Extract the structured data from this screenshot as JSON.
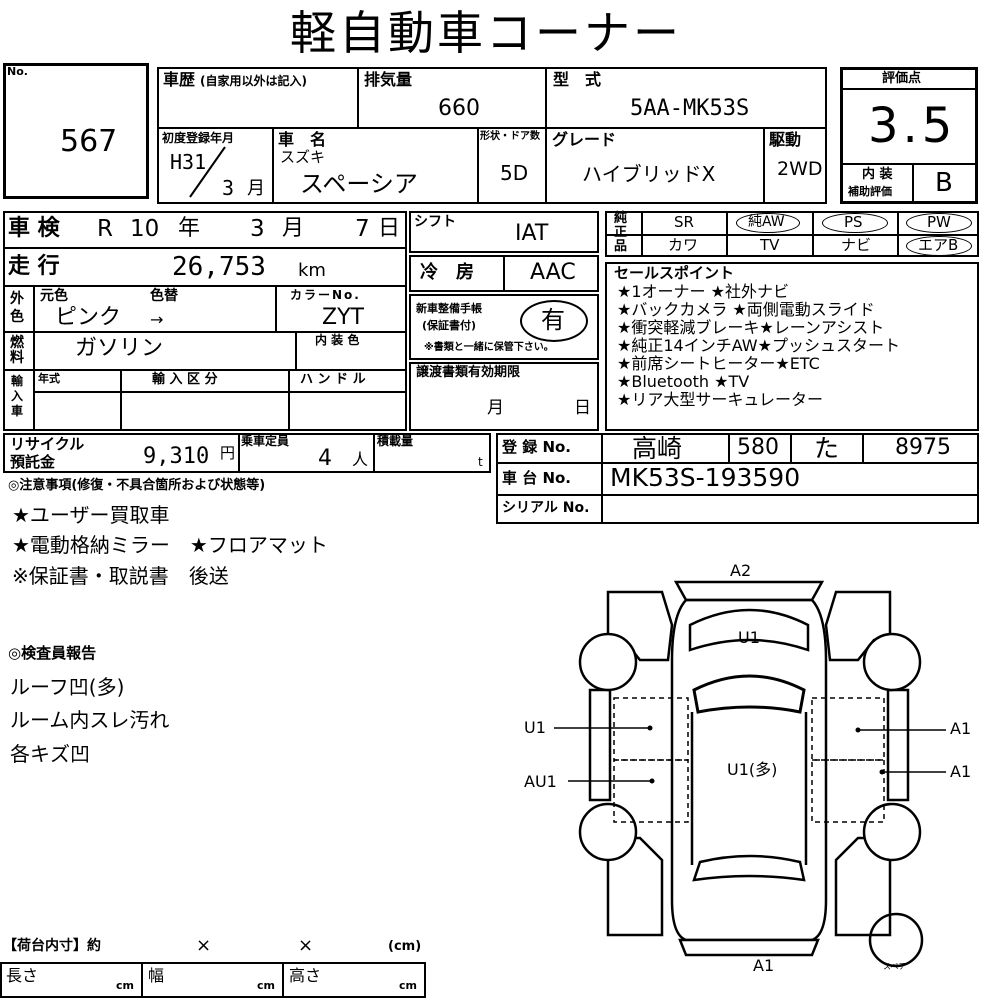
{
  "title": "軽自動車コーナー",
  "lot": {
    "label": "No.",
    "value": "567"
  },
  "history": {
    "label": "車歴",
    "note": "(自家用以外は記入)"
  },
  "displacement": {
    "label": "排気量",
    "value": "660"
  },
  "model": {
    "label": "型　式",
    "value": "5AA-MK53S"
  },
  "score": {
    "label": "評価点",
    "value": "3.5",
    "interior_label_1": "内 装",
    "interior_label_2": "補助評価",
    "interior_value": "B"
  },
  "first_reg": {
    "label": "初度登録年月",
    "era": "H31",
    "month": "3",
    "month_unit": "月"
  },
  "car_name": {
    "label": "車　名",
    "maker": "スズキ",
    "value": "スペーシア"
  },
  "doors": {
    "label": "形状・ドア数",
    "value": "5D"
  },
  "grade": {
    "label": "グレード",
    "value": "ハイブリッドX"
  },
  "drive": {
    "label": "駆動",
    "value": "2WD"
  },
  "inspection": {
    "label": "車 検",
    "era": "R",
    "year": "10",
    "year_unit": "年",
    "month": "3",
    "month_unit": "月",
    "day": "7",
    "day_unit": "日"
  },
  "shift": {
    "label": "シフト",
    "value": "IAT"
  },
  "mileage": {
    "label": "走 行",
    "value": "26,753",
    "unit": "km"
  },
  "aircon": {
    "label": "冷　房",
    "value": "AAC"
  },
  "color": {
    "side_label": "外色",
    "orig_label": "元色",
    "change_label": "色替",
    "value": "ピンク",
    "arrow": "→",
    "no_label": "カラーNo.",
    "no_value": "ZYT"
  },
  "fuel": {
    "side_label": "燃料",
    "value": "ガソリン",
    "interior_color_label": "内 装 色"
  },
  "manual": {
    "label_1": "新車整備手帳",
    "label_2": "(保証書付)",
    "value": "有",
    "note": "※書類と一緒に保管下さい。"
  },
  "import": {
    "side_label": "輸入車",
    "year_label": "年式",
    "class_label": "輸 入 区 分",
    "handle_label": "ハ ン ド ル"
  },
  "transfer": {
    "label": "譲渡書類有効期限",
    "month_unit": "月",
    "day_unit": "日"
  },
  "equipment": {
    "side_label": "純正品",
    "row1": [
      {
        "label": "SR",
        "circled": false
      },
      {
        "label": "純AW",
        "circled": true
      },
      {
        "label": "PS",
        "circled": true
      },
      {
        "label": "PW",
        "circled": true
      }
    ],
    "row2": [
      {
        "label": "カワ",
        "circled": false
      },
      {
        "label": "TV",
        "circled": false
      },
      {
        "label": "ナビ",
        "circled": false
      },
      {
        "label": "エアB",
        "circled": true
      }
    ]
  },
  "sales_points": {
    "label": "セールスポイント",
    "lines": [
      "★1オーナー ★社外ナビ",
      "★バックカメラ ★両側電動スライド",
      "★衝突軽減ブレーキ★レーンアシスト",
      "★純正14インチAW★プッシュスタート",
      "★前席シートヒーター★ETC",
      "★Bluetooth ★TV",
      "★リア大型サーキュレーター"
    ]
  },
  "recycle": {
    "label_1": "リサイクル",
    "label_2": "預託金",
    "value": "9,310",
    "unit": "円"
  },
  "capacity": {
    "label": "乗車定員",
    "value": "4",
    "unit": "人"
  },
  "load": {
    "label": "積載量",
    "unit": "t"
  },
  "registration": {
    "label": "登 録 No.",
    "area": "高崎",
    "class_no": "580",
    "kana": "た",
    "number": "8975"
  },
  "chassis": {
    "label": "車 台 No.",
    "value": "MK53S-193590"
  },
  "serial": {
    "label": "シリアル No."
  },
  "notes": {
    "label": "◎注意事項(修復・不具合箇所および状態等)",
    "lines": [
      "★ユーザー買取車",
      "★電動格納ミラー　★フロアマット",
      "※保証書・取説書　後送"
    ]
  },
  "inspector": {
    "label": "◎検査員報告",
    "lines": [
      "ルーフ凹(多)",
      "ルーム内スレ汚れ",
      "各キズ凹"
    ]
  },
  "cargo": {
    "label": "【荷台内寸】約",
    "times_1": "×",
    "times_2": "×",
    "unit_label": "(cm)",
    "length_label": "長さ",
    "width_label": "幅",
    "height_label": "高さ",
    "cm": "cm"
  },
  "diagram": {
    "top": "A2",
    "roof": "U1",
    "left_1": "U1",
    "left_2": "AU1",
    "center": "U1(多)",
    "right_1": "A1",
    "right_2": "A1",
    "bottom": "A1",
    "spare": "スペア"
  }
}
